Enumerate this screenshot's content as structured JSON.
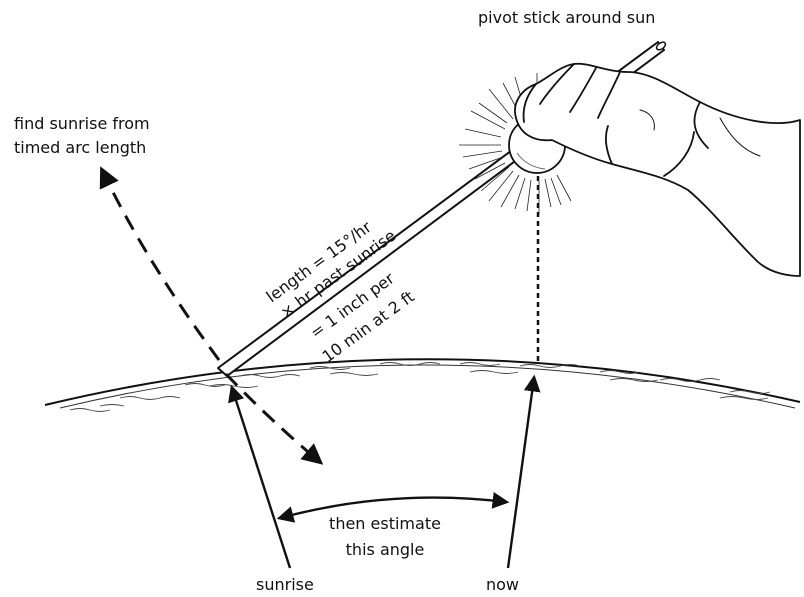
{
  "labels": {
    "pivot": "pivot stick around sun",
    "find_line1": "find sunrise from",
    "find_line2": "timed arc length",
    "length_line1": "length = 15°/hr",
    "length_line2": "× hr past sunrise",
    "inch_line1": "= 1 inch per",
    "inch_line2": "10 min at 2 ft",
    "estimate_line1": "then estimate",
    "estimate_line2": "this angle",
    "sunrise": "sunrise",
    "now": "now"
  },
  "icons": {
    "hand": "hand-icon",
    "sun": "sun-icon"
  },
  "colors": {
    "ink": "#111111",
    "background": "#ffffff"
  }
}
